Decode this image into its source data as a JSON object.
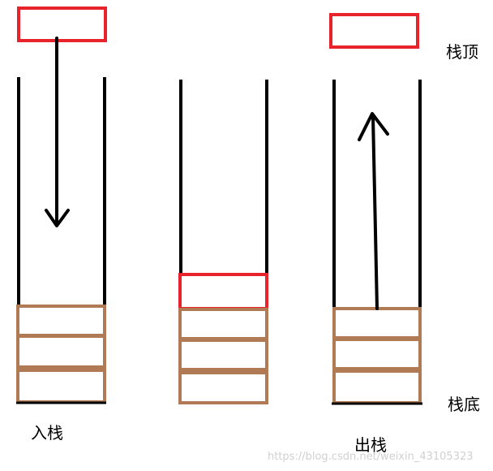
{
  "labels": {
    "top": "栈顶",
    "bottom": "栈底",
    "push": "入栈",
    "pop": "出栈"
  },
  "watermark": "https://blog.csdn.net/weixin_43105323",
  "colors": {
    "wall": "#000000",
    "item": "#b07a55",
    "highlight": "#e8232b",
    "arrow": "#000000"
  }
}
